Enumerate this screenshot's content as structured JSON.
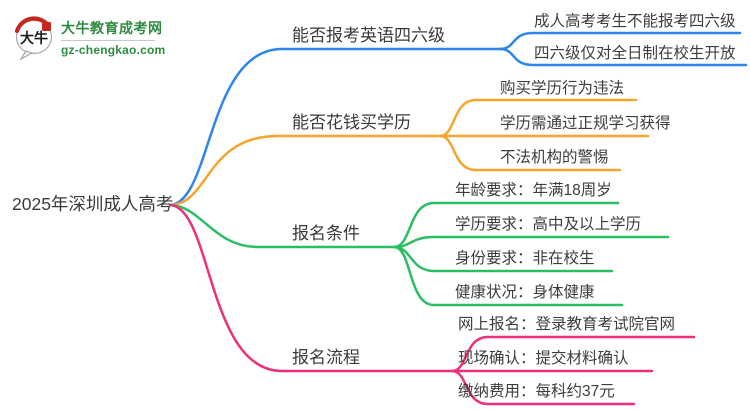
{
  "logo": {
    "title": "大牛教育成考网",
    "url": "gz-chengkao.com",
    "icon_text": "大牛",
    "brand_color": "#2e8b40",
    "seal_color": "#c5281c"
  },
  "root": {
    "label": "2025年深圳成人高考"
  },
  "branches": [
    {
      "label": "能否报考英语四六级",
      "color": "#2e87e8",
      "children": [
        "成人高考考生不能报考四六级",
        "四六级仅对全日制在校生开放"
      ]
    },
    {
      "label": "能否花钱买学历",
      "color": "#f6a42d",
      "children": [
        "购买学历行为违法",
        "学历需通过正规学习获得",
        "不法机构的警惕"
      ]
    },
    {
      "label": "报名条件",
      "color": "#2cbd63",
      "children": [
        "年龄要求：年满18周岁",
        "学历要求：高中及以上学历",
        "身份要求：非在校生",
        "健康状况：身体健康"
      ]
    },
    {
      "label": "报名流程",
      "color": "#ee2f7b",
      "children": [
        "网上报名：登录教育考试院官网",
        "现场确认：提交材料确认",
        "缴纳费用：每科约37元"
      ]
    }
  ]
}
